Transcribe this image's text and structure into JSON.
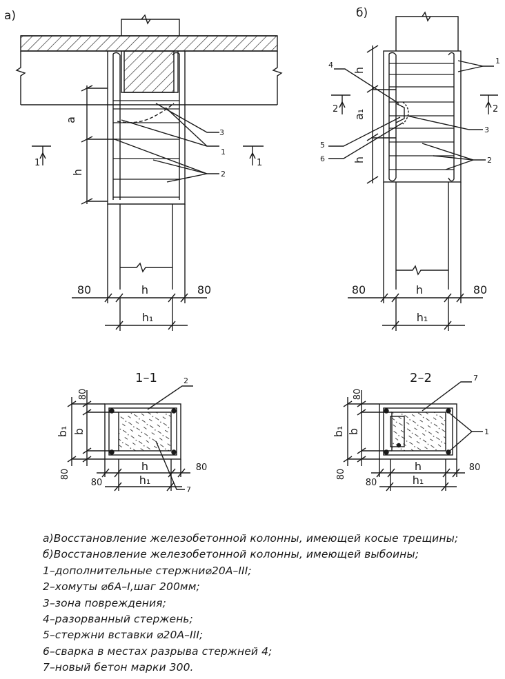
{
  "panels": {
    "a": {
      "label": "а)",
      "dims": {
        "a": "a",
        "h_vert": "h",
        "left": "80",
        "h": "h",
        "right": "80",
        "h1": "h₁"
      },
      "callouts": [
        "3",
        "1",
        "2"
      ],
      "section_marks": [
        "1",
        "1"
      ]
    },
    "b": {
      "label": "б)",
      "dims": {
        "h_vert": "h",
        "a1": "a₁",
        "h_vert2": "h",
        "left": "80",
        "h": "h",
        "right": "80",
        "h1": "h₁"
      },
      "callouts": [
        "4",
        "1",
        "2",
        "3",
        "5",
        "6",
        "2"
      ],
      "section_marks": [
        "2",
        "2"
      ]
    }
  },
  "sections": {
    "s11": {
      "title": "1–1",
      "dims": {
        "top": "80",
        "b1": "b₁",
        "b": "b",
        "bottom": "80",
        "left": "80",
        "h": "h",
        "right": "80",
        "h1": "h₁"
      },
      "callouts": [
        "2",
        "7"
      ]
    },
    "s22": {
      "title": "2–2",
      "dims": {
        "top": "80",
        "b1": "b₁",
        "b": "b",
        "bottom": "80",
        "left": "80",
        "h": "h",
        "right": "80",
        "h1": "h₁"
      },
      "callouts": [
        "7",
        "1"
      ]
    }
  },
  "legend": [
    "а)Восстановление железобетонной колонны, имеющей косые трещины;",
    "б)Восстановление железобетонной колонны, имеющей выбоины;",
    "1–дополнительные стержни⌀20A–III;",
    "2–хомуты ⌀6A–I,шаг 200мм;",
    "3–зона повреждения;",
    "4–разорванный стержень;",
    "5–стержни вставки ⌀20A–III;",
    "6–сварка в местах разрыва стержней 4;",
    "7–новый бетон марки 300."
  ]
}
